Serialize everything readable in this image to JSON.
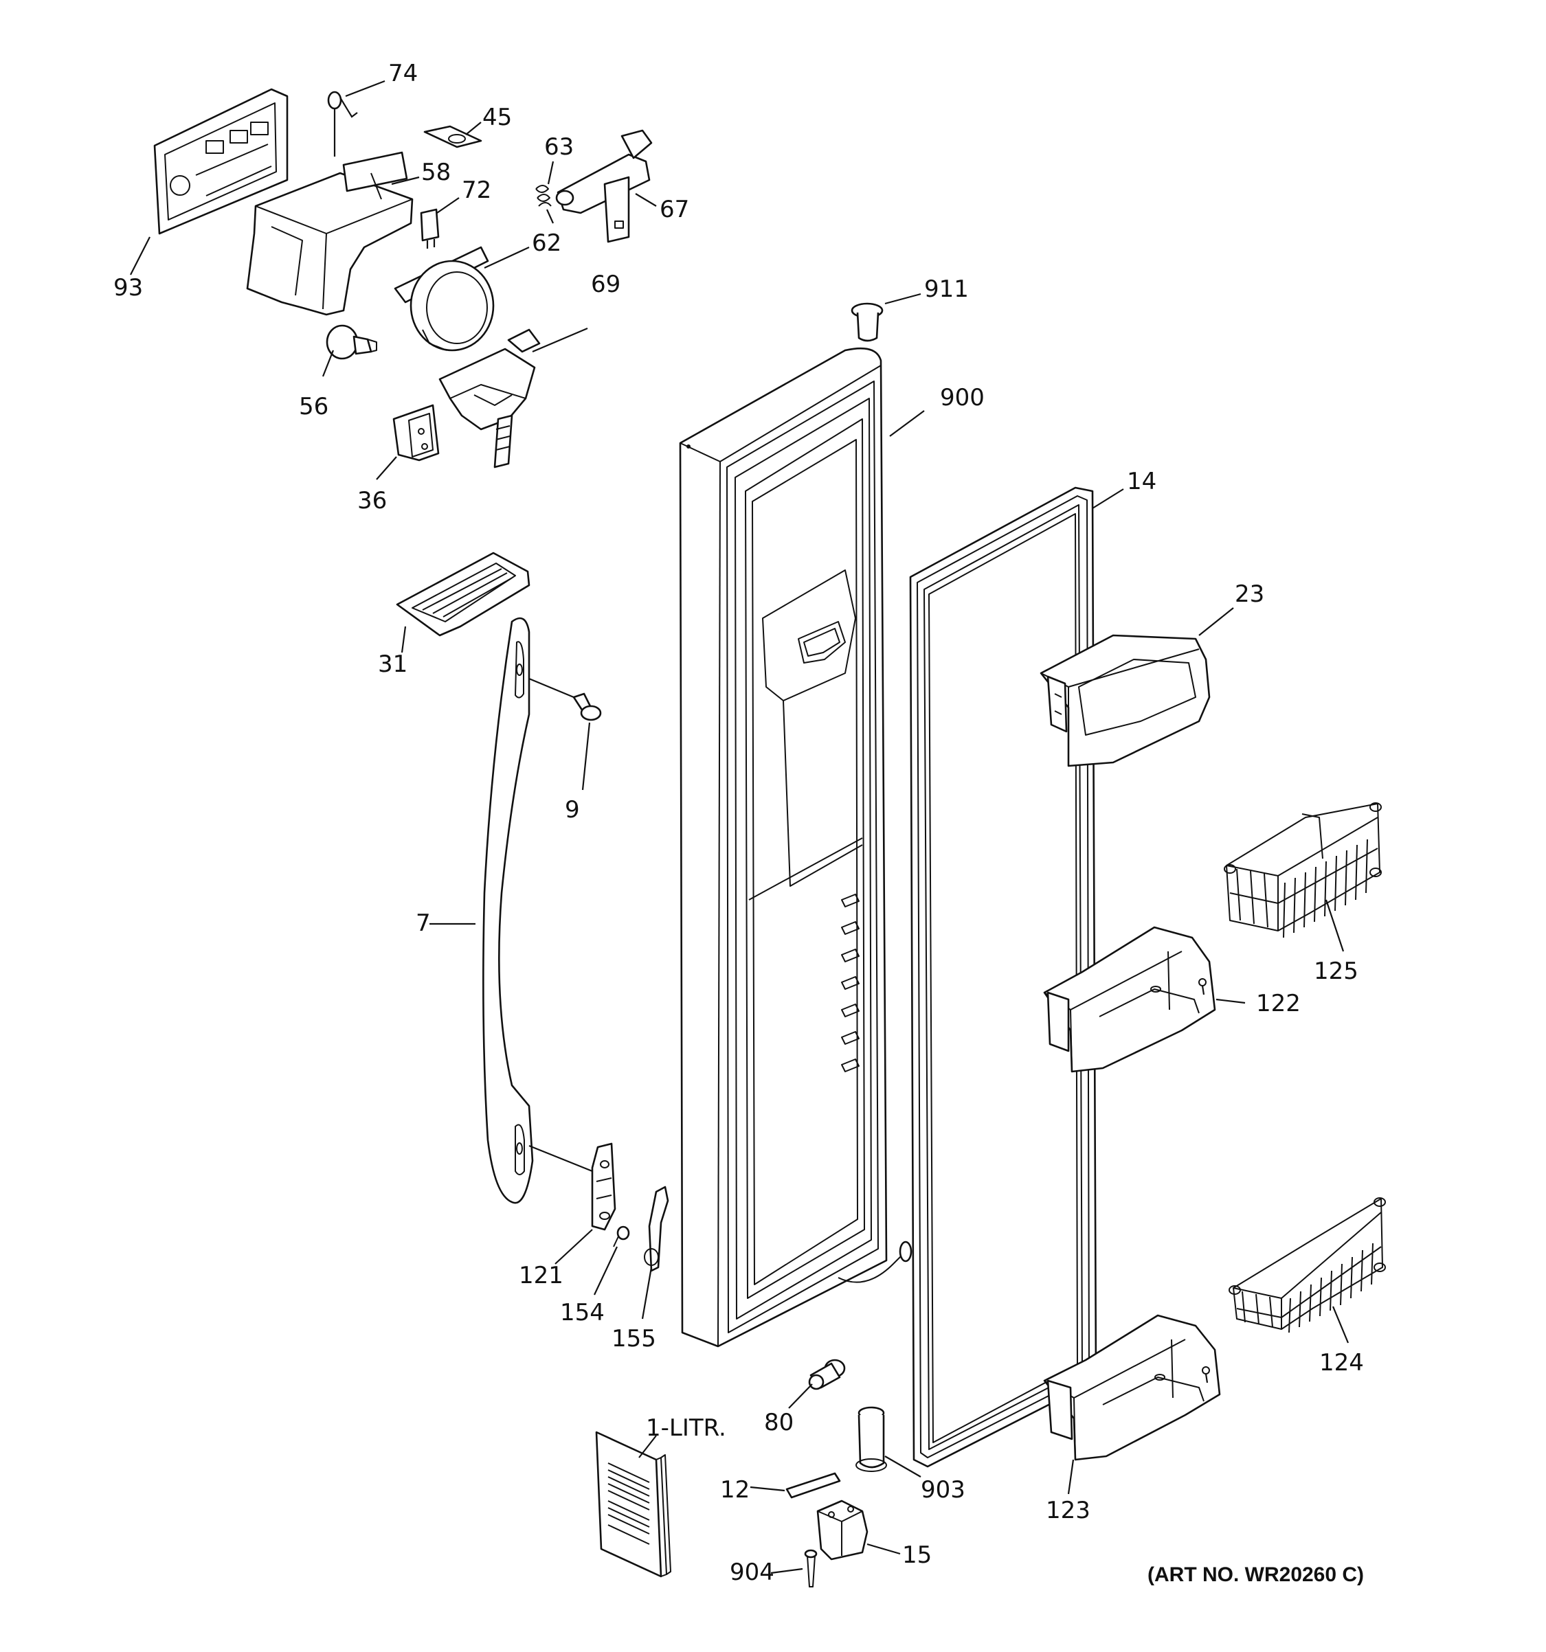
{
  "art_no": "(ART NO. WR20260 C)",
  "labels": {
    "l74": "74",
    "l45": "45",
    "l63": "63",
    "l58": "58",
    "l72": "72",
    "l67": "67",
    "l62": "62",
    "l93": "93",
    "l69": "69",
    "l911": "911",
    "l56": "56",
    "l900": "900",
    "l36": "36",
    "l14": "14",
    "l23": "23",
    "l31": "31",
    "l9": "9",
    "l125": "125",
    "l7": "7",
    "l122": "122",
    "l121": "121",
    "l154": "154",
    "l155": "155",
    "l124": "124",
    "l80": "80",
    "l1litr": "1-LITR.",
    "l123": "123",
    "l12": "12",
    "l903": "903",
    "l904": "904",
    "l15": "15"
  }
}
